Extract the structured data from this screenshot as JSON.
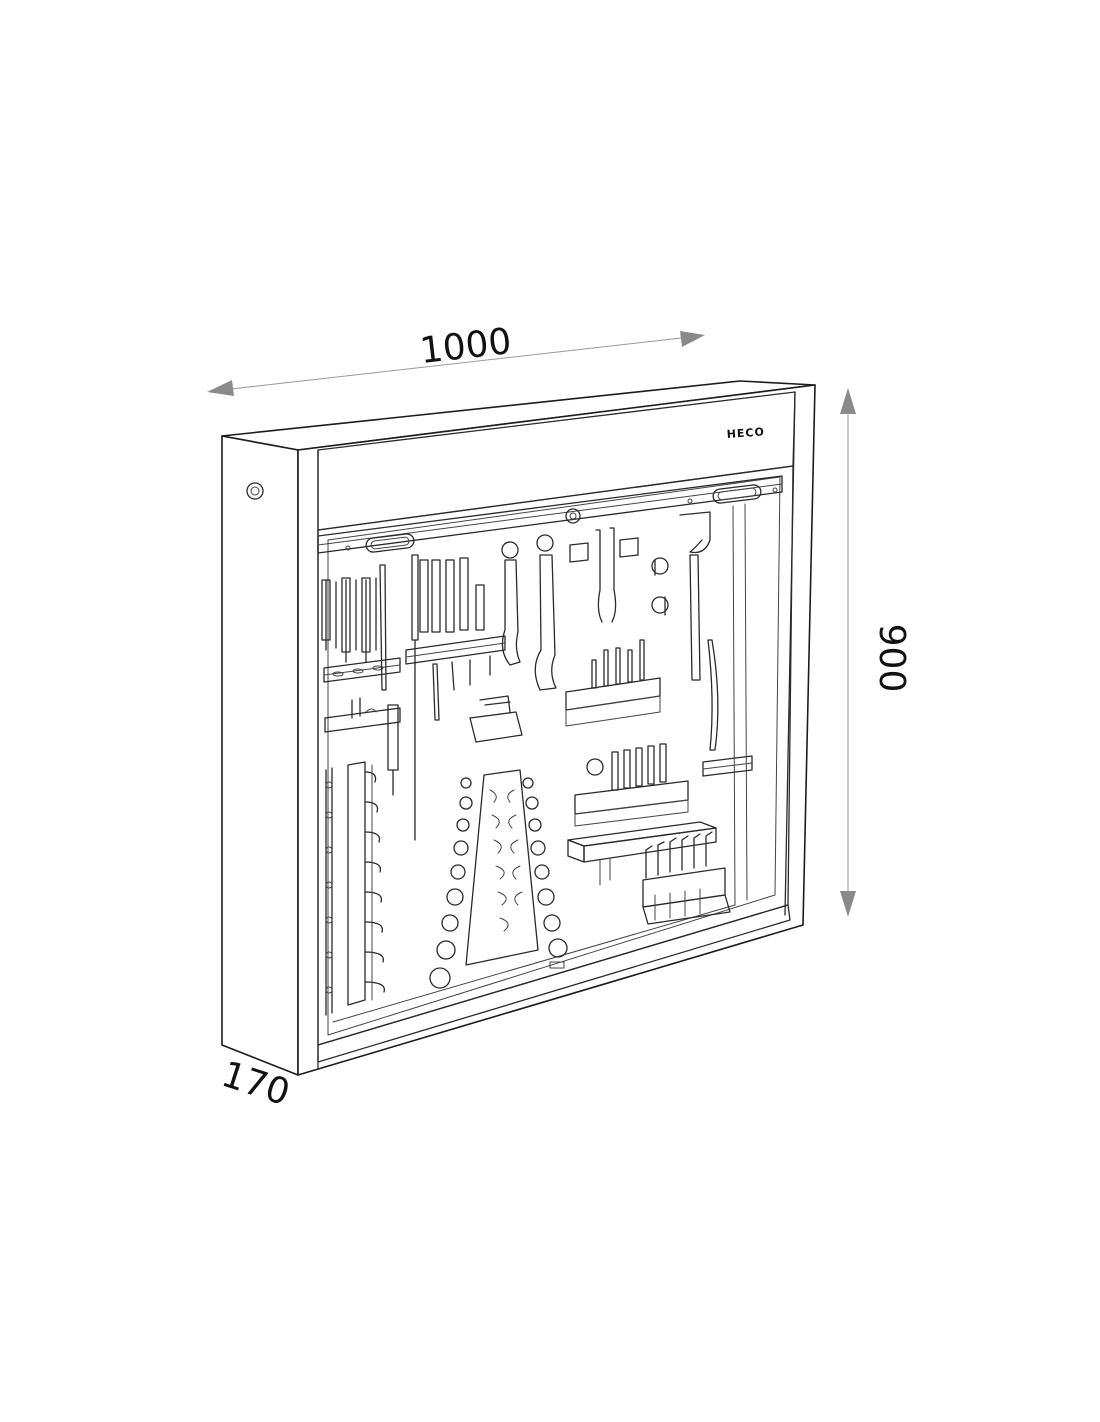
{
  "dimensions": {
    "width": "1000",
    "height": "900",
    "depth": "170"
  },
  "brand": {
    "label": "HECO"
  },
  "colors": {
    "line": "#1c1c1c",
    "dimension_arrow": "#8a8a8a",
    "background": "#ffffff"
  }
}
